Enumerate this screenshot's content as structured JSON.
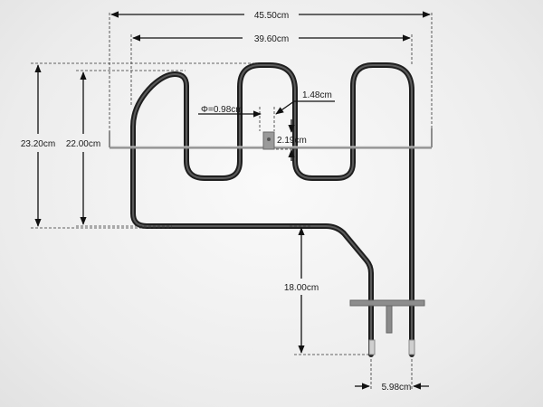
{
  "product": "oven grill heating element",
  "dimensions": {
    "overall_width": "45.50cm",
    "inner_width": "39.60cm",
    "overall_height": "23.20cm",
    "inner_height": "22.00cm",
    "tube_diameter": "Φ=0.98cm",
    "bracket_width": "1.48cm",
    "bracket_height": "2.19cm",
    "leg_height": "18.00cm",
    "terminal_spacing": "5.98cm"
  },
  "colors": {
    "element": "#2b2b2b",
    "bar": "#8c8c8c",
    "dim_line": "#111111",
    "guide": "#333333"
  }
}
